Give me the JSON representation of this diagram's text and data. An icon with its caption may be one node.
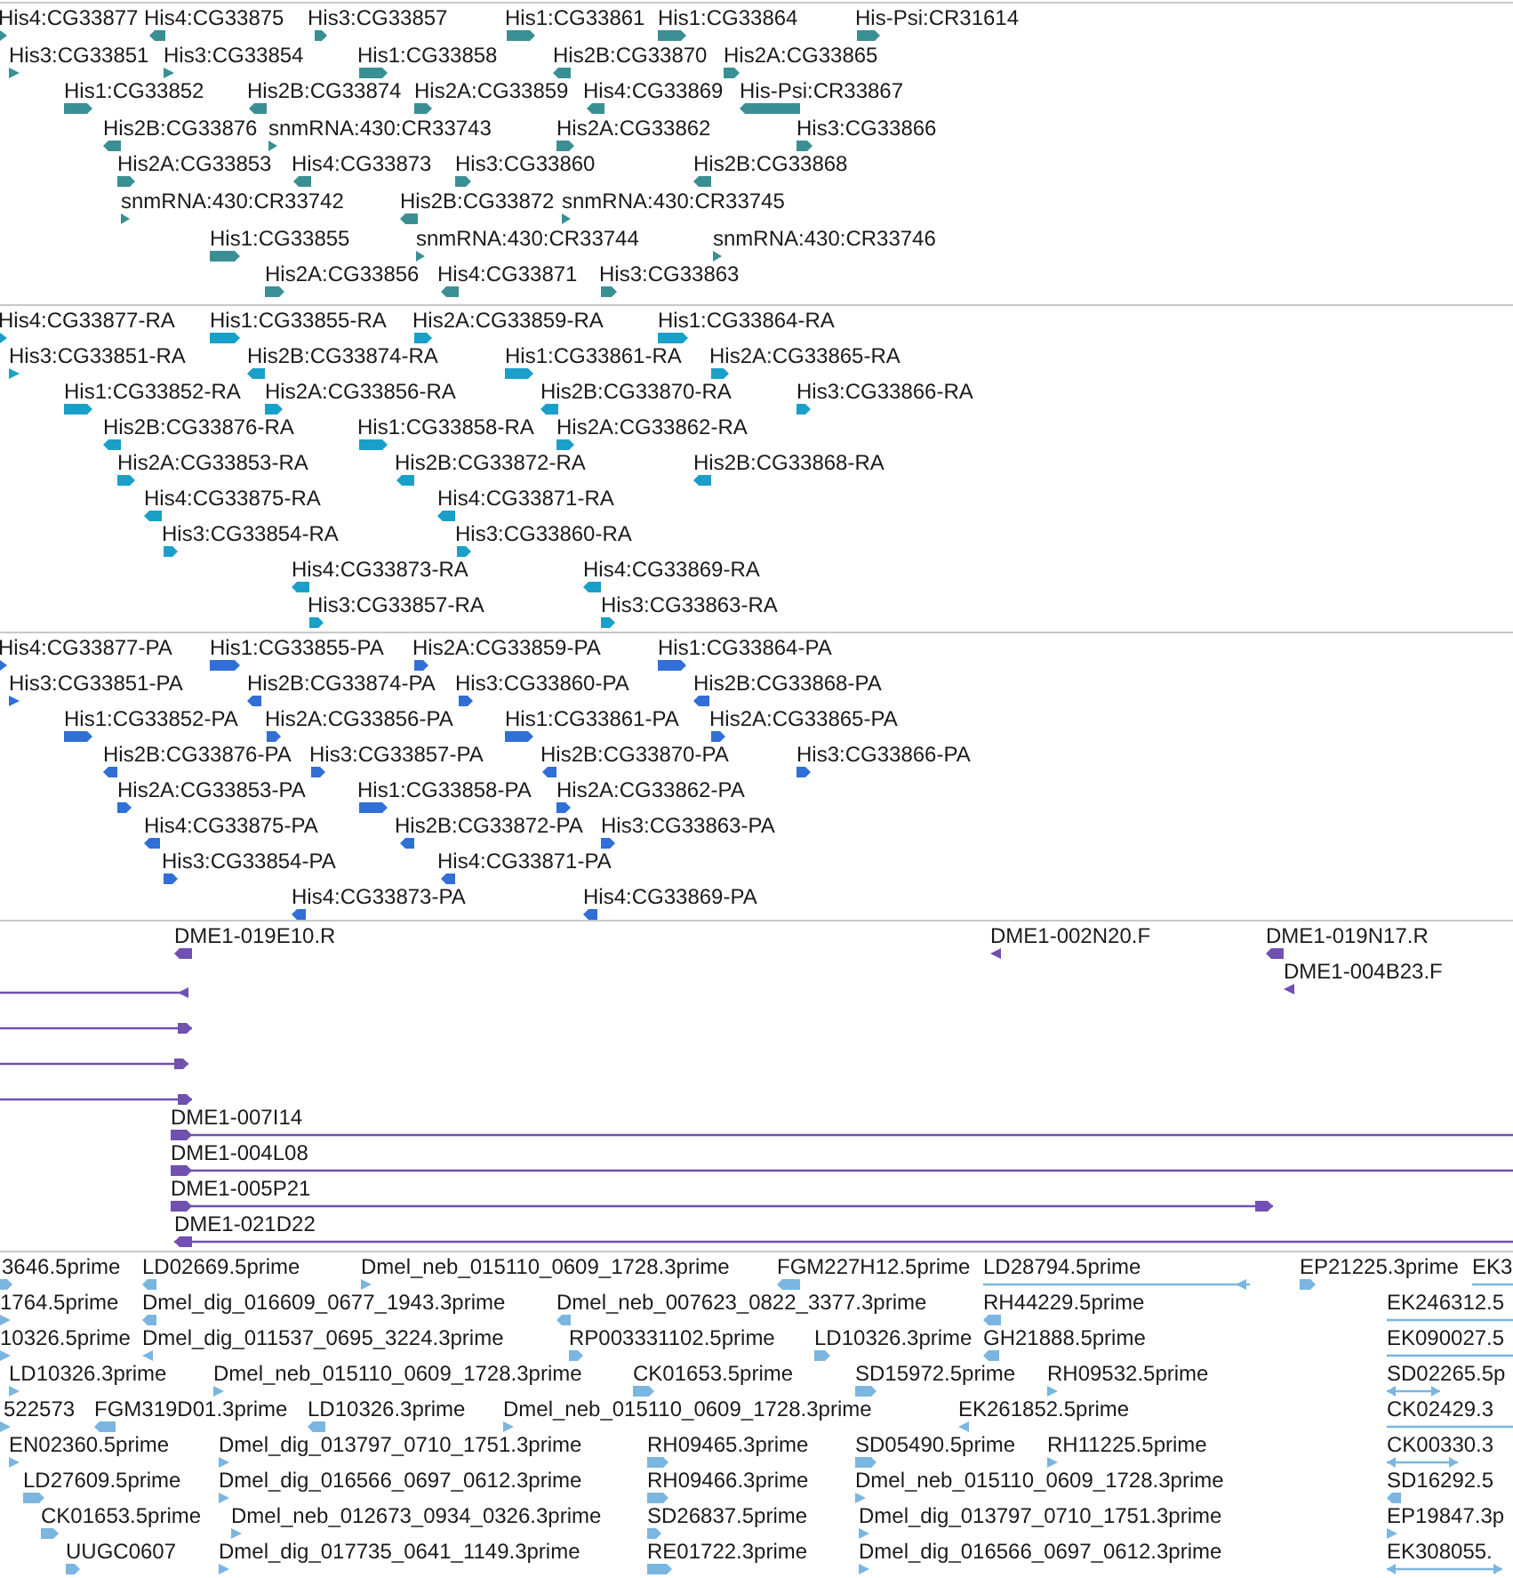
{
  "diagram": {
    "labels": [
      "His4:CG33877",
      "His4:CG33875",
      "His3:CG33857",
      "His1:CG33861",
      "His1:CG33864",
      "His-Psi:CR31614",
      "His3:CG33851",
      "His3:CG33854",
      "His1:CG33858",
      "His2B:CG33870",
      "His2A:CG33865",
      "His1:CG33852",
      "His2B:CG33874",
      "His2A:CG33859",
      "His4:CG33869",
      "His-Psi:CR33867",
      "His2B:CG33876",
      "snmRNA:430:CR33743",
      "His2A:CG33862",
      "His3:CG33866",
      "His2A:CG33853",
      "His4:CG33873",
      "His3:CG33860",
      "His2B:CG33868",
      "snmRNA:430:CR33742",
      "His2B:CG33872",
      "snmRNA:430:CR33745",
      "His1:CG33855",
      "snmRNA:430:CR33744",
      "snmRNA:430:CR33746",
      "His2A:CG33856",
      "His4:CG33871",
      "His3:CG33863",
      "His4:CG33877-RA",
      "His1:CG33855-RA",
      "His2A:CG33859-RA",
      "His1:CG33864-RA",
      "His3:CG33851-RA",
      "His2B:CG33874-RA",
      "His1:CG33861-RA",
      "His2A:CG33865-RA",
      "His1:CG33852-RA",
      "His2A:CG33856-RA",
      "His2B:CG33870-RA",
      "His3:CG33866-RA",
      "His2B:CG33876-RA",
      "His1:CG33858-RA",
      "His2A:CG33862-RA",
      "His2A:CG33853-RA",
      "His2B:CG33872-RA",
      "His2B:CG33868-RA",
      "His4:CG33875-RA",
      "His4:CG33871-RA",
      "His3:CG33854-RA",
      "His3:CG33860-RA",
      "His4:CG33873-RA",
      "His4:CG33869-RA",
      "His3:CG33857-RA",
      "His3:CG33863-RA",
      "His4:CG33877-PA",
      "His1:CG33855-PA",
      "His2A:CG33859-PA",
      "His1:CG33864-PA",
      "His3:CG33851-PA",
      "His2B:CG33874-PA",
      "His3:CG33860-PA",
      "His2B:CG33868-PA",
      "His1:CG33852-PA",
      "His2A:CG33856-PA",
      "His1:CG33861-PA",
      "His2A:CG33865-PA",
      "His2B:CG33876-PA",
      "His3:CG33857-PA",
      "His2B:CG33870-PA",
      "His3:CG33866-PA",
      "His2A:CG33853-PA",
      "His1:CG33858-PA",
      "His2A:CG33862-PA",
      "His4:CG33875-PA",
      "His2B:CG33872-PA",
      "His3:CG33863-PA",
      "His3:CG33854-PA",
      "His4:CG33871-PA",
      "His4:CG33873-PA",
      "His4:CG33869-PA",
      "DME1-019E10.R",
      "DME1-002N20.F",
      "DME1-019N17.R",
      "DME1-004B23.F",
      "DME1-007I14",
      "DME1-004L08",
      "DME1-005P21",
      "DME1-021D22",
      "3646.5prime",
      "LD02669.5prime",
      "Dmel_neb_015110_0609_1728.3prime",
      "FGM227H12.5prime",
      "LD28794.5prime",
      "EP21225.3prime",
      "EK3",
      "1764.5prime",
      "Dmel_dig_016609_0677_1943.3prime",
      "Dmel_neb_007623_0822_3377.3prime",
      "RH44229.5prime",
      "EK246312.5",
      "10326.5prime",
      "Dmel_dig_011537_0695_3224.3prime",
      "RP003331102.5prime",
      "LD10326.3prime",
      "GH21888.5prime",
      "EK090027.5",
      "LD10326.3prime",
      "Dmel_neb_015110_0609_1728.3prime",
      "CK01653.5prime",
      "SD15972.5prime",
      "RH09532.5prime",
      "SD02265.5p",
      "522573",
      "FGM319D01.3prime",
      "LD10326.3prime",
      "Dmel_neb_015110_0609_1728.3prime",
      "EK261852.5prime",
      "CK02429.3",
      "EN02360.5prime",
      "Dmel_dig_013797_0710_1751.3prime",
      "RH09465.3prime",
      "SD05490.5prime",
      "RH11225.5prime",
      "CK00330.3",
      "LD27609.5prime",
      "Dmel_dig_016566_0697_0612.3prime",
      "RH09466.3prime",
      "Dmel_neb_015110_0609_1728.3prime",
      "SD16292.5",
      "CK01653.5prime",
      "Dmel_neb_012673_0934_0326.3prime",
      "SD26837.5prime",
      "Dmel_dig_013797_0710_1751.3prime",
      "EP19847.3p",
      "UUGC0607",
      "Dmel_dig_017735_0641_1149.3prime",
      "RE01722.3prime",
      "Dmel_dig_016566_0697_0612.3prime",
      "EK308055."
    ]
  }
}
